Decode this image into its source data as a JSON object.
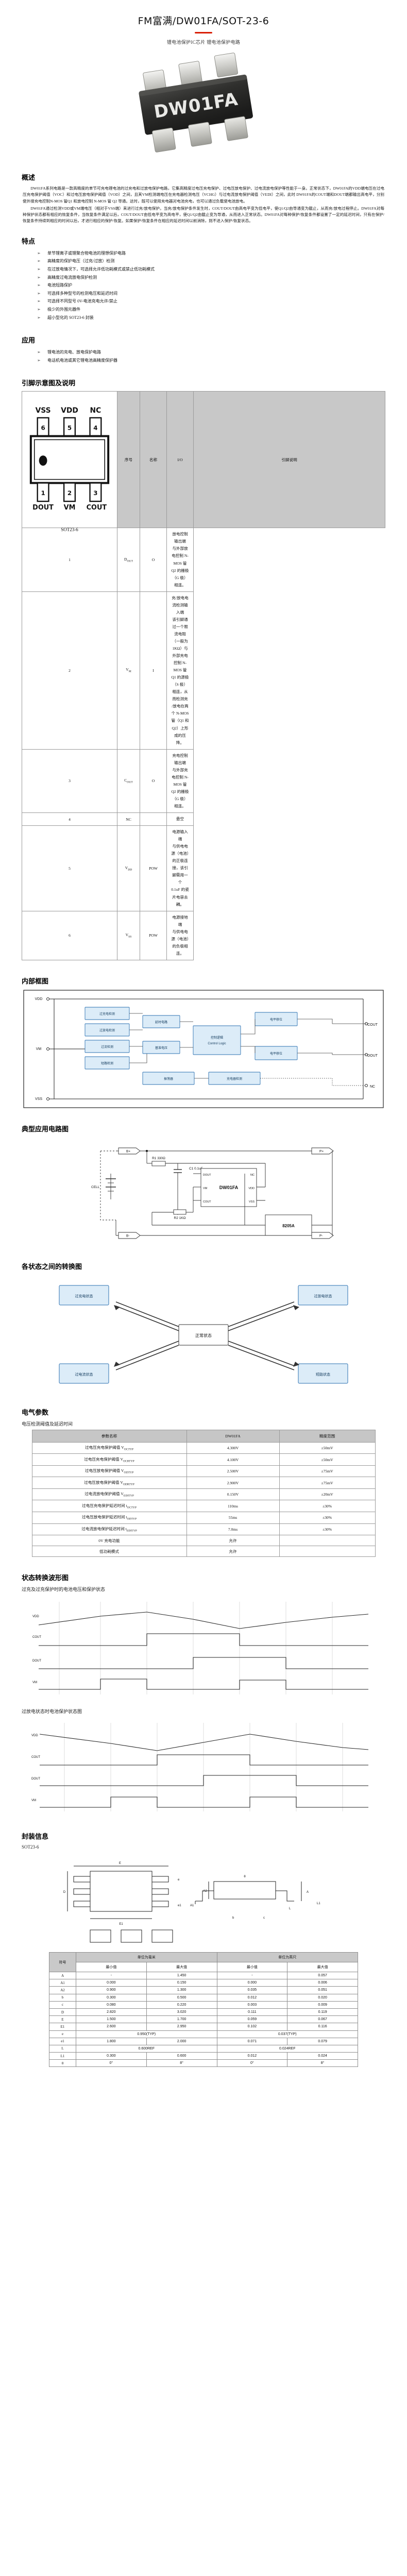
{
  "header": {
    "title": "FM富满/DW01FA/SOT-23-6",
    "accent_color": "#d81e06",
    "subtitle": "锂电池保护IC芯片 锂电池保护电路"
  },
  "photo": {
    "chip_marking": "DW01FA",
    "alt": "SOT-23-6 封装芯片实物图"
  },
  "overview": {
    "heading": "概述",
    "paragraphs": [
      "DW01FA系列电路是一款高精度的单节可充电锂电池的过充电和过放电保护电路，它集高精度过电压充电保护、过电压放电保护、过电流放电保护等性能于一身。正常状态下，DW01FA的VDD端电压在过电压充电保护阈值（VOC）和过电压放电保护阈值（VOD）之间，且其VM检测端电压在充电器检测电压（VCHG）与过电流放电保护阈值（VEDI）之间，此时 DW01FA的COUT端和DOUT端都输出高电平，分别使外接充电控制N-MOS 管Q1 和放电控制 N-MOS 管 Q2 导通。这时，既可以使用充电器对电池充电，也可以通过负载使电池放电。",
      "DW01FA通过检测VDD或VM端电压（相对于VSS端）来进行过充/放电保护。当充/放电保护条件发生时，COUT/DOUT由高电平变为低电平，使Q1/Q2由导通变为截止，从而充/放电过程停止。DW01FA对每种保护状态都有相应的恢复条件，当恢复条件满足以后，COUT/DOUT由低电平变为高电平，使Q1/Q2由截止变为导通，从而进入正常状态。DW01FA对每种保护/恢复条件都设置了一定的延迟时间，只有在保护/恢复条件持续到相应的时间以后，才进行相应的保护/恢复。如果保护/恢复条件在相应的延迟时间以前消除，则不进入保护/恢复状态。"
    ]
  },
  "features": {
    "heading": "特点",
    "bullet_glyph": "➢",
    "items": [
      "单节锂离子或锂聚合物电池的理想保护电路",
      "高精度的保护电压（过充/过放）检测",
      "在过放电情况下，可选择允许低功耗模式或禁止低功耗模式",
      "高精度过电流放电保护检测",
      "电池短路保护",
      "可选择多种型号的检测电压和延迟时间",
      "可选择不同型号 0V-电池充电允许/禁止",
      "极少的外围元器件",
      "超小型化的 SOT23-6 封装"
    ]
  },
  "applications": {
    "heading": "应用",
    "items": [
      "锂电池的充电、放电保护电路",
      "电话机电池或其它锂电池高精度保护器"
    ]
  },
  "pinout": {
    "heading": "引脚示意图及说明",
    "package_label": "SOT23-6",
    "top_pins": [
      {
        "num": "6",
        "name": "VSS"
      },
      {
        "num": "5",
        "name": "VDD"
      },
      {
        "num": "4",
        "name": "NC"
      }
    ],
    "bottom_pins": [
      {
        "num": "1",
        "name": "DOUT"
      },
      {
        "num": "2",
        "name": "VM"
      },
      {
        "num": "3",
        "name": "COUT"
      }
    ],
    "columns": [
      "序号",
      "名称",
      "I/O",
      "引脚说明"
    ],
    "rows": [
      {
        "no": "1",
        "name": "D",
        "name_sub": "OUT",
        "io": "O",
        "desc": [
          "放电控制输出端",
          "与外部放电控制 N-MOS 管 Q2 的栅极（G 极）相连。"
        ]
      },
      {
        "no": "2",
        "name": "V",
        "name_sub": "M",
        "io": "I",
        "desc": [
          "充/放电电流检测输入端",
          "该引脚通过一个限流电阻（一般为 1KΩ）与外部充电",
          "控制 N-MOS 管 Q1 的源极（S 极）相连，从而检测充",
          "/放电在两个 N-MOS 管（Q1 和 Q2）上形成的压降。"
        ]
      },
      {
        "no": "3",
        "name": "C",
        "name_sub": "OUT",
        "io": "O",
        "desc": [
          "充电控制输出端",
          "与外部充电控制 N-MOS 管 Q2 的栅极（G 极）相连。"
        ]
      },
      {
        "no": "4",
        "name": "NC",
        "name_sub": "",
        "io": "",
        "desc": [
          "悬空"
        ]
      },
      {
        "no": "5",
        "name": "V",
        "name_sub": "DD",
        "io": "POW",
        "desc": [
          "电源输入端",
          "与供电电源（电池）的正极连接，该引脚需用一个",
          "0.1uF 的瓷片电容去耦。"
        ]
      },
      {
        "no": "6",
        "name": "V",
        "name_sub": "SS",
        "io": "POW",
        "desc": [
          "电源接地端",
          "与供电电源（电池）的负极相连。"
        ]
      }
    ]
  },
  "block_diagram": {
    "heading": "内部框图",
    "labels": {
      "vdd": "VDD",
      "vss": "VSS",
      "vm": "VM",
      "cout": "COUT",
      "dout": "DOUT",
      "nc": "NC",
      "blocks": [
        "过充电检测",
        "过放电检测",
        "过流检测",
        "短路检测",
        "控制逻辑",
        "延时电路",
        "基准电压",
        "振荡器",
        "电平移位",
        "充电器检测"
      ]
    }
  },
  "app_circuit": {
    "heading": "典型应用电路图",
    "labels": {
      "bplus": "B+",
      "bminus": "B-",
      "pplus": "P+",
      "pminus": "P-",
      "ic": "DW01FA",
      "q": "8205A",
      "r1": "R1 330Ω",
      "r2": "R2 1KΩ",
      "c1": "C1 0.1uF",
      "pins": [
        "DOUT",
        "VM",
        "COUT",
        "NC",
        "VDD",
        "VSS"
      ],
      "cell": "CELL"
    }
  },
  "state_transition": {
    "heading": "各状态之间的转换图",
    "states": [
      "正常状态",
      "过充电状态",
      "过放电状态",
      "过电流状态",
      "短路状态"
    ]
  },
  "electrical": {
    "heading": "电气参数",
    "subheading": "电压检测阈值及延迟时间",
    "columns": [
      "参数名称",
      "DW01FA",
      "精度范围"
    ],
    "rows": [
      {
        "param": "过电压充电保护阈值 V",
        "param_sub": "OCTYP",
        "value": "4.300V",
        "tol": "±50mV"
      },
      {
        "param": "过电压充电保护阈值 V",
        "param_sub": "OCRTYP",
        "value": "4.100V",
        "tol": "±50mV"
      },
      {
        "param": "过电压放电保护阈值 V",
        "param_sub": "ODTYP",
        "value": "2.500V",
        "tol": "±75mV"
      },
      {
        "param": "过电压放电保护阈值 V",
        "param_sub": "ODRTYP",
        "value": "2.900V",
        "tol": "±75mV"
      },
      {
        "param": "过电流放电保护阈值 V",
        "param_sub": "EDITYP",
        "value": "0.150V",
        "tol": "±20mV"
      },
      {
        "param": "过电压充电保护延迟时间 t",
        "param_sub": "OCTYP",
        "value": "110ms",
        "tol": "±30%"
      },
      {
        "param": "过电压放电保护延迟时间 t",
        "param_sub": "ODTYP",
        "value": "55ms",
        "tol": "±30%"
      },
      {
        "param": "过电流放电保护延迟时间 t",
        "param_sub": "EDITYP",
        "value": "7.0ms",
        "tol": "±30%"
      },
      {
        "param": "0V 充电功能",
        "param_sub": "",
        "value": "允许",
        "tol": ""
      },
      {
        "param": "低功耗模式",
        "param_sub": "",
        "value": "允许",
        "tol": ""
      }
    ]
  },
  "waveforms": {
    "heading": "状态转换波形图",
    "chart1_title": "过充及过充保护时的电池电压和保护状态",
    "chart2_title": "过放电状态时电池保护状态图",
    "signals": [
      "VDD",
      "COUT",
      "DOUT",
      "VM"
    ]
  },
  "package": {
    "heading": "封装信息",
    "type": "SOT23-6",
    "unit_headers": [
      "单位为毫米",
      "单位为英尺"
    ],
    "subheaders": [
      "最小值",
      "最大值",
      "最小值",
      "最大值"
    ],
    "symbol_header": "符号",
    "rows": [
      {
        "sym": "A",
        "mm_min": "-",
        "mm_max": "1.450",
        "in_min": "-",
        "in_max": "0.057"
      },
      {
        "sym": "A1",
        "mm_min": "0.000",
        "mm_max": "0.150",
        "in_min": "0.000",
        "in_max": "0.006"
      },
      {
        "sym": "A2",
        "mm_min": "0.900",
        "mm_max": "1.300",
        "in_min": "0.035",
        "in_max": "0.051"
      },
      {
        "sym": "b",
        "mm_min": "0.300",
        "mm_max": "0.500",
        "in_min": "0.012",
        "in_max": "0.020"
      },
      {
        "sym": "c",
        "mm_min": "0.080",
        "mm_max": "0.220",
        "in_min": "0.003",
        "in_max": "0.009"
      },
      {
        "sym": "D",
        "mm_min": "2.820",
        "mm_max": "3.020",
        "in_min": "0.111",
        "in_max": "0.119"
      },
      {
        "sym": "E",
        "mm_min": "1.500",
        "mm_max": "1.700",
        "in_min": "0.059",
        "in_max": "0.067"
      },
      {
        "sym": "E1",
        "mm_min": "2.600",
        "mm_max": "2.950",
        "in_min": "0.102",
        "in_max": "0.116"
      },
      {
        "sym": "e",
        "span_mm": "0.950(TYP)",
        "span_in": "0.037(TYP)"
      },
      {
        "sym": "e1",
        "mm_min": "1.800",
        "mm_max": "2.000",
        "in_min": "0.071",
        "in_max": "0.079"
      },
      {
        "sym": "L",
        "span_mm": "0.600REF",
        "span_in": "0.024REF"
      },
      {
        "sym": "L1",
        "mm_min": "0.300",
        "mm_max": "0.600",
        "in_min": "0.012",
        "in_max": "0.024"
      },
      {
        "sym": "θ",
        "mm_min": "0°",
        "mm_max": "8°",
        "in_min": "0°",
        "in_max": "8°"
      }
    ]
  }
}
